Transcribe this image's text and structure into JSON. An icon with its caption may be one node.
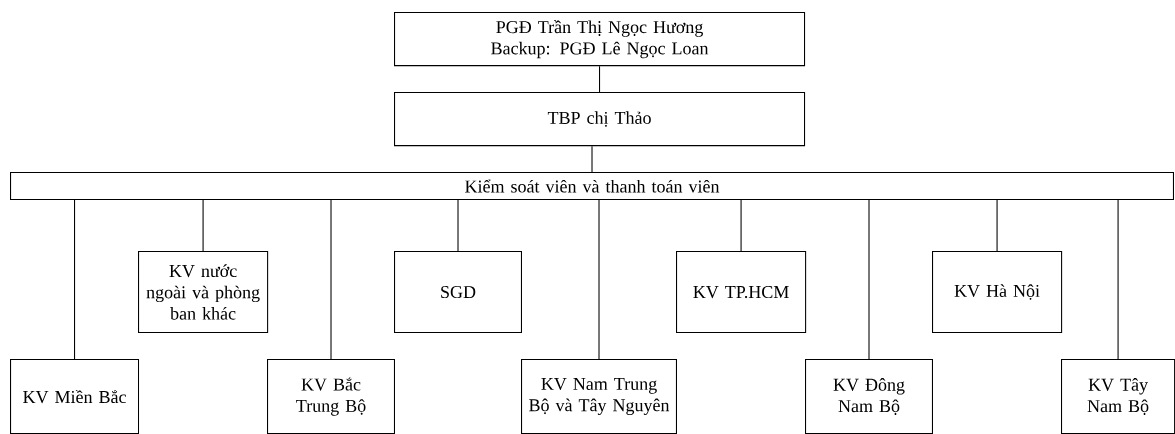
{
  "diagram": {
    "nodes": [
      {
        "text": [
          "PGĐ Trần Thị Ngọc Hương",
          "Backup: PGĐ Lê Ngọc Loan"
        ]
      },
      {
        "text": [
          "TBP chị Thảo"
        ]
      },
      {
        "text": [
          "Kiểm soát viên và thanh toán viên"
        ]
      },
      {
        "text": [
          "KV nước ngoài và phòng ban khác"
        ]
      },
      {
        "text": [
          "SGD"
        ]
      },
      {
        "text": [
          "KV TP.HCM"
        ]
      },
      {
        "text": [
          "KV Hà Nội"
        ]
      },
      {
        "text": [
          "KV Miền Bắc"
        ]
      },
      {
        "text": [
          "KV Bắc Trung Bộ"
        ]
      },
      {
        "text": [
          "KV Nam Trung Bộ và Tây Nguyên"
        ]
      },
      {
        "text": [
          "KV Đông Nam Bộ"
        ]
      },
      {
        "text": [
          "KV Tây Nam Bộ"
        ]
      }
    ],
    "edges": [
      {
        "from": 0,
        "to": 1,
        "arrow": "none"
      },
      {
        "from": 1,
        "to": 2,
        "arrow": "none"
      },
      {
        "from": 2,
        "to": 7,
        "arrow": "none"
      },
      {
        "from": 2,
        "to": 3,
        "arrow": "none"
      },
      {
        "from": 2,
        "to": 8,
        "arrow": "none"
      },
      {
        "from": 2,
        "to": 4,
        "arrow": "none"
      },
      {
        "from": 2,
        "to": 9,
        "arrow": "none"
      },
      {
        "from": 2,
        "to": 5,
        "arrow": "none"
      },
      {
        "from": 2,
        "to": 10,
        "arrow": "none"
      },
      {
        "from": 2,
        "to": 6,
        "arrow": "none"
      },
      {
        "from": 2,
        "to": 11,
        "arrow": "none"
      }
    ]
  }
}
